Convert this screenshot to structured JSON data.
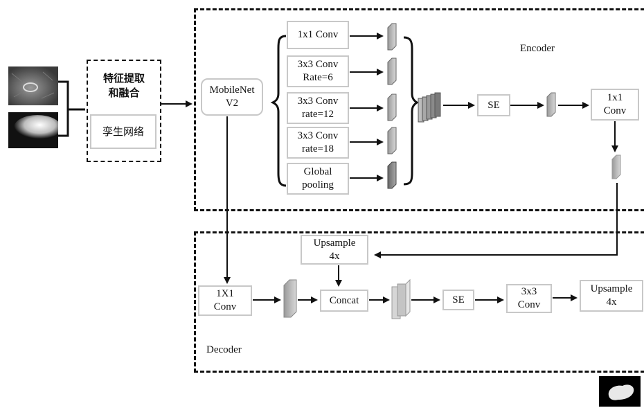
{
  "figure": {
    "feature_block": {
      "title_line1": "特征提取",
      "title_line2": "和融合",
      "inner": "孪生网络"
    },
    "backbone": {
      "label": "MobileNet\nV2"
    },
    "encoder": {
      "title": "Encoder",
      "branches": [
        {
          "label": "1x1 Conv"
        },
        {
          "label": "3x3 Conv\nRate=6"
        },
        {
          "label": "3x3 Conv\nrate=12"
        },
        {
          "label": "3x3 Conv\nrate=18"
        },
        {
          "label": "Global\npooling"
        }
      ],
      "se": "SE",
      "conv1x1": "1x1\nConv"
    },
    "decoder": {
      "title": "Decoder",
      "upsample_top": "Upsample\n4x",
      "conv1x1": "1X1\nConv",
      "concat": "Concat",
      "se": "SE",
      "conv3x3": "3x3\nConv",
      "upsample_out": "Upsample\n4x"
    }
  }
}
